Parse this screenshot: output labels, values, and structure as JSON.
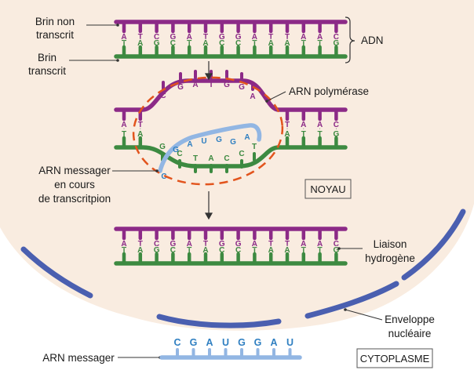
{
  "labels": {
    "brin_non_transcrit": [
      "Brin non",
      "transcrit"
    ],
    "brin_transcrit": [
      "Brin",
      "transcrit"
    ],
    "adn": "ADN",
    "arn_polymerase": "ARN polymérase",
    "arn_messager_en_cours": [
      "ARN messager",
      "en cours",
      "de transcritpion"
    ],
    "noyau": "NOYAU",
    "liaison_hydrogene": [
      "Liaison",
      "hydrogène"
    ],
    "enveloppe_nucleaire": [
      "Enveloppe",
      "nucléaire"
    ],
    "arn_messager": "ARN messager",
    "cytoplasme": "CYTOPLASME"
  },
  "sequences": {
    "top_strand": [
      "A",
      "T",
      "C",
      "G",
      "A",
      "T",
      "G",
      "G",
      "A",
      "T",
      "T",
      "A",
      "A",
      "C"
    ],
    "bottom_strand": [
      "T",
      "A",
      "G",
      "C",
      "T",
      "A",
      "C",
      "C",
      "T",
      "A",
      "A",
      "T",
      "T",
      "G"
    ],
    "open_top": [
      "C",
      "G",
      "A",
      "T",
      "G",
      "G",
      "A"
    ],
    "open_bottom": [
      "G",
      "C",
      "T",
      "A",
      "C",
      "C",
      "T"
    ],
    "open_mrna": [
      "C",
      "G",
      "A",
      "U",
      "G",
      "G",
      "A"
    ],
    "mrna_final": [
      "C",
      "G",
      "A",
      "U",
      "G",
      "G",
      "A",
      "U"
    ]
  },
  "colors": {
    "nucleus_bg": "#f9ece0",
    "top_strand": "#8c2a87",
    "bottom_strand": "#3d8a41",
    "mrna": "#92b6e3",
    "mrna_text": "#2f7fc1",
    "envelope": "#4a5fb0",
    "polymerase": "#e2541d"
  }
}
